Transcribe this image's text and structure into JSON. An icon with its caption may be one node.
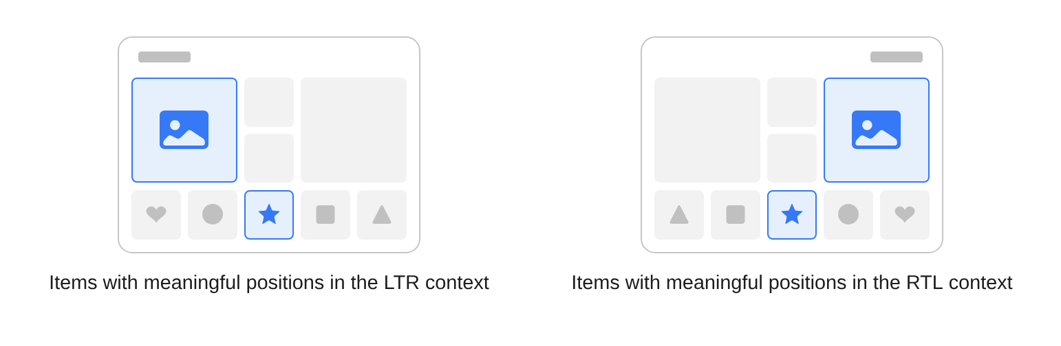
{
  "diagram": {
    "nodes": [
      {
        "text": [],
        "shape": "box"
      },
      {
        "text": [],
        "shape": "bar",
        "in": 0
      },
      {
        "text": [],
        "shape": "box",
        "in": 0
      },
      {
        "text": [],
        "shape": "box",
        "in": 0
      },
      {
        "text": [],
        "shape": "box",
        "in": 0
      },
      {
        "text": [],
        "shape": "box",
        "in": 0
      },
      {
        "text": [],
        "shape": "box",
        "in": 0
      },
      {
        "text": [],
        "shape": "box",
        "in": 0
      },
      {
        "text": [],
        "shape": "box",
        "in": 0
      },
      {
        "text": [],
        "shape": "box",
        "in": 0
      },
      {
        "text": [],
        "shape": "box",
        "in": 0
      },
      {
        "text": [],
        "shape": "box"
      },
      {
        "text": [],
        "shape": "bar",
        "in": 11
      },
      {
        "text": [],
        "shape": "box",
        "in": 11
      },
      {
        "text": [],
        "shape": "box",
        "in": 11
      },
      {
        "text": [],
        "shape": "box",
        "in": 11
      },
      {
        "text": [],
        "shape": "box",
        "in": 11
      },
      {
        "text": [],
        "shape": "box",
        "in": 11
      },
      {
        "text": [],
        "shape": "box",
        "in": 11
      },
      {
        "text": [],
        "shape": "box",
        "in": 11
      },
      {
        "text": [],
        "shape": "box",
        "in": 11
      },
      {
        "text": [],
        "shape": "box",
        "in": 11
      }
    ],
    "labels": [
      "Items with meaningful positions in the LTR context",
      "Items with meaningful positions in the RTL context"
    ]
  }
}
